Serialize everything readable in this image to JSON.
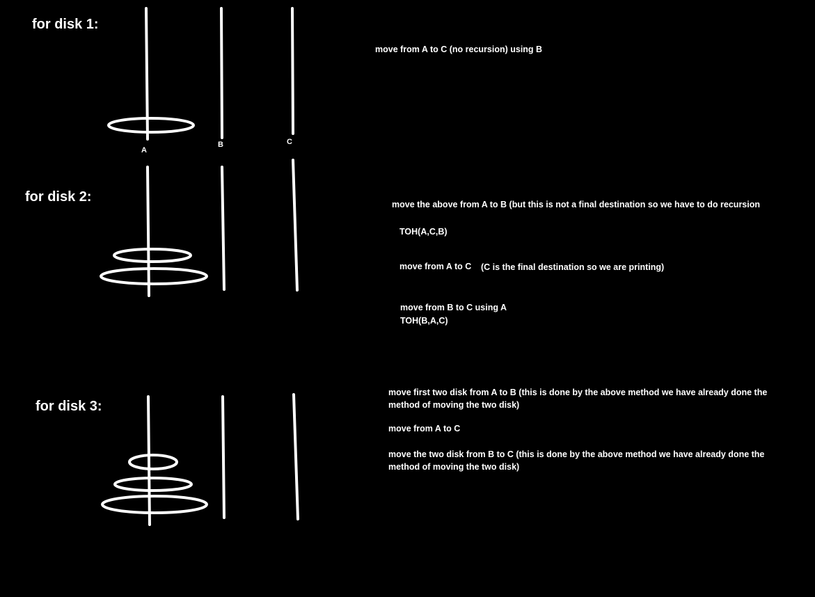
{
  "disk1": {
    "heading": "for disk 1:",
    "pegs": [
      "A",
      "B",
      "C"
    ],
    "note": "move from A to C (no recursion) using B"
  },
  "disk2": {
    "heading": "for disk 2:",
    "step1": "move the above from A to B (but this is not a final destination so we have to do recursion",
    "call1": "TOH(A,C,B)",
    "step2_main": "move from A to C",
    "step2_note": "(C is the final destination  so we are printing)",
    "step3": "move from B to C using A",
    "call2": "TOH(B,A,C)"
  },
  "disk3": {
    "heading": "for disk 3:",
    "step1": "move first two disk from A to B (this is done by the above method we have already done the method of moving the two disk)",
    "step2": "move from A to C",
    "step3": "move the two disk from B to C  (this is done by the above method we have already done the method of moving the two disk)"
  }
}
